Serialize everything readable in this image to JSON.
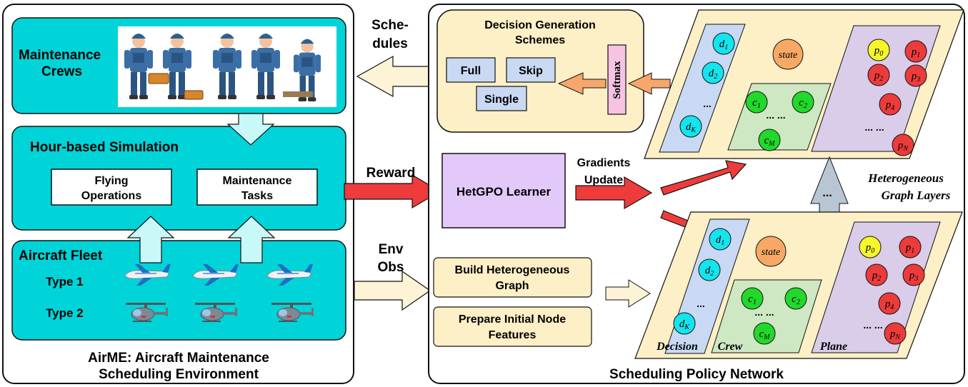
{
  "env": {
    "title_line1": "AirME: Aircraft Maintenance",
    "title_line2": "Scheduling Environment",
    "crews_line1": "Maintenance",
    "crews_line2": "Crews",
    "sim_title": "Hour-based Simulation",
    "flying_line1": "Flying",
    "flying_line2": "Operations",
    "maint_line1": "Maintenance",
    "maint_line2": "Tasks",
    "fleet_title": "Aircraft Fleet",
    "type1": "Type 1",
    "type2": "Type 2"
  },
  "flows": {
    "schedules_line1": "Sche-",
    "schedules_line2": "dules",
    "reward": "Reward",
    "env_obs_line1": "Env",
    "env_obs_line2": "Obs",
    "gradients_line1": "Gradients",
    "gradients_line2": "Update"
  },
  "policy": {
    "title": "Scheduling Policy Network",
    "decision_gen_line1": "Decision Generation",
    "decision_gen_line2": "Schemes",
    "full": "Full",
    "skip": "Skip",
    "single": "Single",
    "softmax": "Softmax",
    "learner": "HetGPO Learner",
    "build_line1": "Build Heterogeneous",
    "build_line2": "Graph",
    "prep_line1": "Prepare Initial Node",
    "prep_line2": "Features",
    "het_line1": "Heterogeneous",
    "het_line2": "Graph Layers",
    "between_dots": "...",
    "layer_labels": {
      "decision": "Decision",
      "crew": "Crew",
      "plane": "Plane"
    }
  },
  "graph_nodes": {
    "state": "state",
    "decision": [
      {
        "base": "d",
        "sub": "1"
      },
      {
        "base": "d",
        "sub": "2"
      },
      {
        "base": "d",
        "sub": "K"
      }
    ],
    "crew": [
      {
        "base": "c",
        "sub": "1"
      },
      {
        "base": "c",
        "sub": "2"
      },
      {
        "base": "c",
        "sub": "M"
      }
    ],
    "plane": [
      {
        "base": "p",
        "sub": "0"
      },
      {
        "base": "p",
        "sub": "1"
      },
      {
        "base": "p",
        "sub": "2"
      },
      {
        "base": "p",
        "sub": "3"
      },
      {
        "base": "p",
        "sub": "4"
      },
      {
        "base": "p",
        "sub": "N"
      }
    ],
    "ellipsis": "...",
    "ellipsis_wide": "... ..."
  },
  "colors": {
    "teal": "#00d4d8",
    "beige": "#fdefc6",
    "lavender": "#e3c9fa",
    "decision_lane": "#c9d9f3",
    "crew_lane": "#cfe8c4",
    "plane_lane": "#d9cdea",
    "node_cyan": "#14e4ee",
    "node_green": "#22d82b",
    "node_red": "#ec3b3b",
    "node_yellow": "#f6f62a",
    "state_orange": "#f8a865",
    "softmax_pink": "#f6c3e4",
    "arrow_red": "#ee3b3b",
    "arrow_cream": "#fdf3d7",
    "arrow_lightblue": "#c8f8f8",
    "arrow_orange": "#f7a76b",
    "arrow_gray": "#b7c6d2"
  },
  "icons": [
    "crew-worker-icon",
    "airplane-icon",
    "helicopter-icon"
  ]
}
